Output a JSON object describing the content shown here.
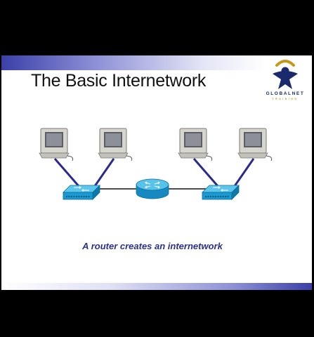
{
  "slide": {
    "title": "The Basic Internetwork",
    "caption": "A router creates an internetwork"
  },
  "logo": {
    "name": "GLOBALNET",
    "subtitle": "TRAINING",
    "colors": {
      "blue": "#1a2a6c",
      "gold": "#c9961a"
    }
  },
  "diagram": {
    "nodes": [
      "computer",
      "computer",
      "computer",
      "computer",
      "switch",
      "router",
      "switch"
    ],
    "colors": {
      "device": "#1aa3d9",
      "cable": "#2a2a8c",
      "link": "#111111"
    }
  }
}
